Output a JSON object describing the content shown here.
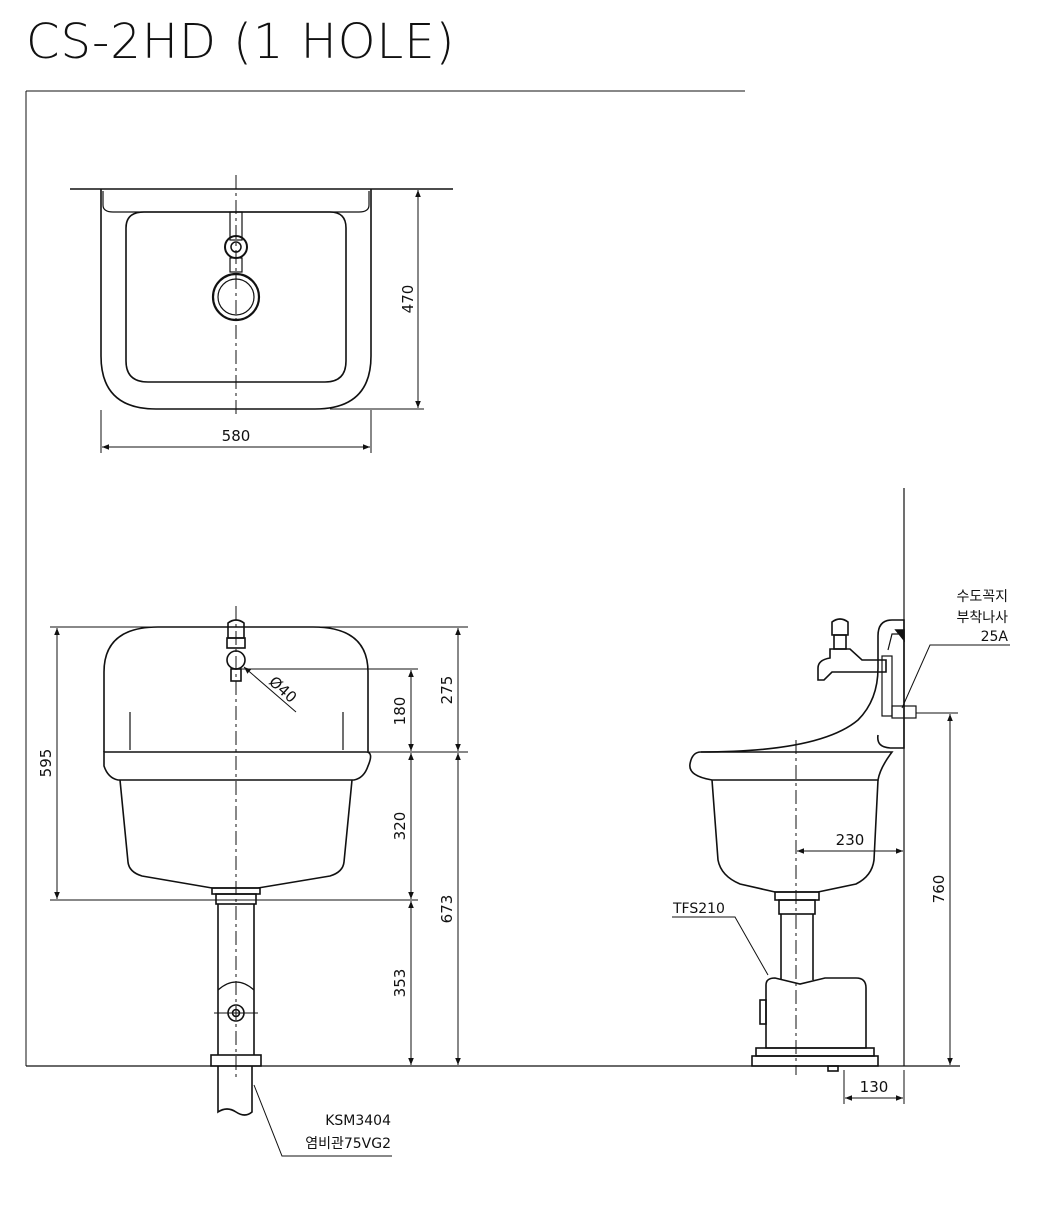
{
  "title": "CS-2HD (1 HOLE)",
  "dimensions": {
    "top_width": "580",
    "top_depth": "470",
    "front_bowl_height": "595",
    "back_height": "275",
    "faucet_height": "180",
    "hole_diameter": "Ø40",
    "bowl_depth": "320",
    "rim_height": "673",
    "trap_height": "353",
    "side_projection": "230",
    "side_height": "760",
    "floor_offset": "130"
  },
  "labels": {
    "faucet_screw_line1": "수도꼭지",
    "faucet_screw_line2": "부착나사",
    "faucet_screw_size": "25A",
    "trap_model": "TFS210",
    "pipe_line1": "KSM3404",
    "pipe_line2": "염비관75VG2"
  }
}
